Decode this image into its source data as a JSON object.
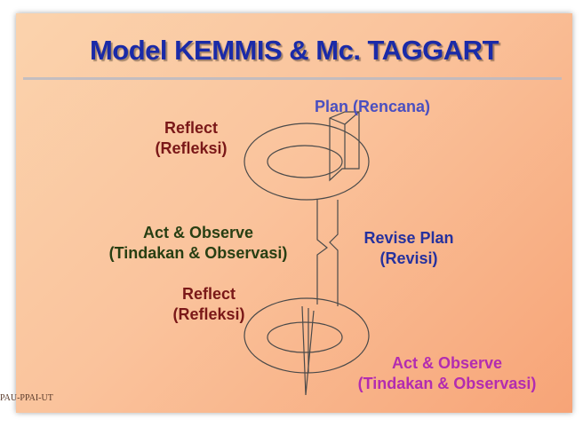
{
  "slide": {
    "title": "Model  KEMMIS  &  Mc. TAGGART",
    "footer": "PAU-PPAI-UT"
  },
  "labels": {
    "plan": "Plan (Rencana)",
    "reflect_top": [
      "Reflect",
      "(Refleksi)"
    ],
    "act_observe_left": [
      "Act & Observe",
      "(Tindakan & Observasi)"
    ],
    "revise_plan": [
      "Revise Plan",
      "(Revisi)"
    ],
    "reflect_bottom": [
      "Reflect",
      "(Refleksi)"
    ],
    "act_observe_right": [
      "Act & Observe",
      "(Tindakan & Observasi)"
    ]
  },
  "colors": {
    "title": "#1a2aa8",
    "reflect": "#7a1818",
    "act_observe_left": "#283f13",
    "revise_plan": "#25319e",
    "plan": "#4a4fc0",
    "act_observe_right": "#b32cb0",
    "spiral_stroke": "#4a4a4a"
  }
}
